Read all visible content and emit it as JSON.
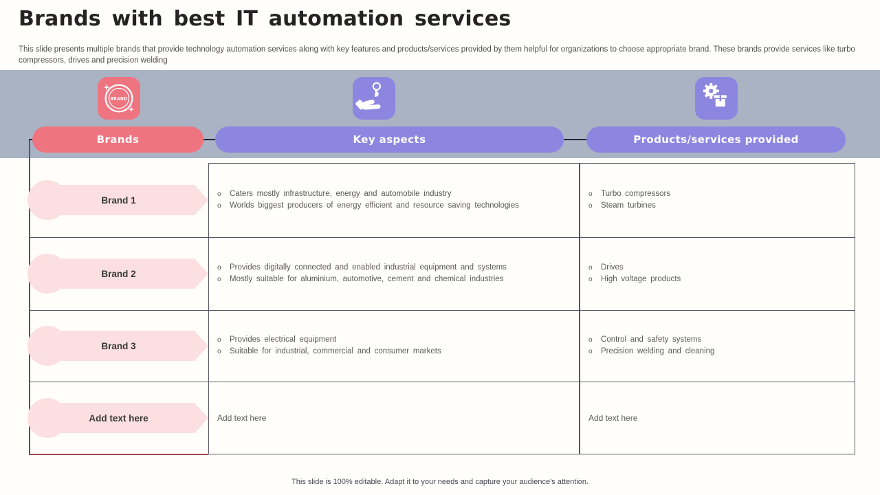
{
  "slide": {
    "title": "Brands with best IT automation services",
    "subtitle": "This slide presents multiple brands that provide technology automation services along with key features and products/services provided by them helpful for organizations to choose appropriate brand. These brands provide services like turbo compressors, drives and precision welding",
    "footer": "This slide is 100% editable. Adapt it to your needs and capture your audience's attention."
  },
  "header": {
    "columns": [
      {
        "label": "Brands"
      },
      {
        "label": "Key aspects"
      },
      {
        "label": "Products/services provided"
      }
    ],
    "icons": [
      "brand-badge-icon",
      "hand-key-icon",
      "gear-package-icon"
    ],
    "brand_icon_text": "BRAND"
  },
  "table": {
    "bullet": "o",
    "rows": [
      {
        "brand": "Brand 1",
        "key_aspects": [
          "Caters mostly infrastructure, energy and automobile industry",
          "Worlds biggest producers of energy efficient and resource saving technologies"
        ],
        "products": [
          "Turbo compressors",
          "Steam turbines"
        ]
      },
      {
        "brand": "Brand 2",
        "key_aspects": [
          "Provides digitally connected and enabled industrial equipment and systems",
          "Mostly suitable for aluminium, automotive, cement and chemical industries"
        ],
        "products": [
          "Drives",
          "High voltage products"
        ]
      },
      {
        "brand": "Brand 3",
        "key_aspects": [
          "Provides electrical equipment",
          "Suitable for industrial, commercial and consumer markets"
        ],
        "products": [
          "Control and safety systems",
          "Precision welding and cleaning"
        ]
      },
      {
        "brand": "Add text here",
        "key_aspects_text": "Add text here",
        "products_text": "Add text here"
      }
    ]
  },
  "colors": {
    "accent_pink": "#ee7480",
    "accent_purple": "#8d86e0",
    "band_blue_grey": "#a9b3c4",
    "label_light_pink": "#fbdfe1",
    "grid_line": "#55555f",
    "bottom_left_line": "#9c4a50"
  }
}
